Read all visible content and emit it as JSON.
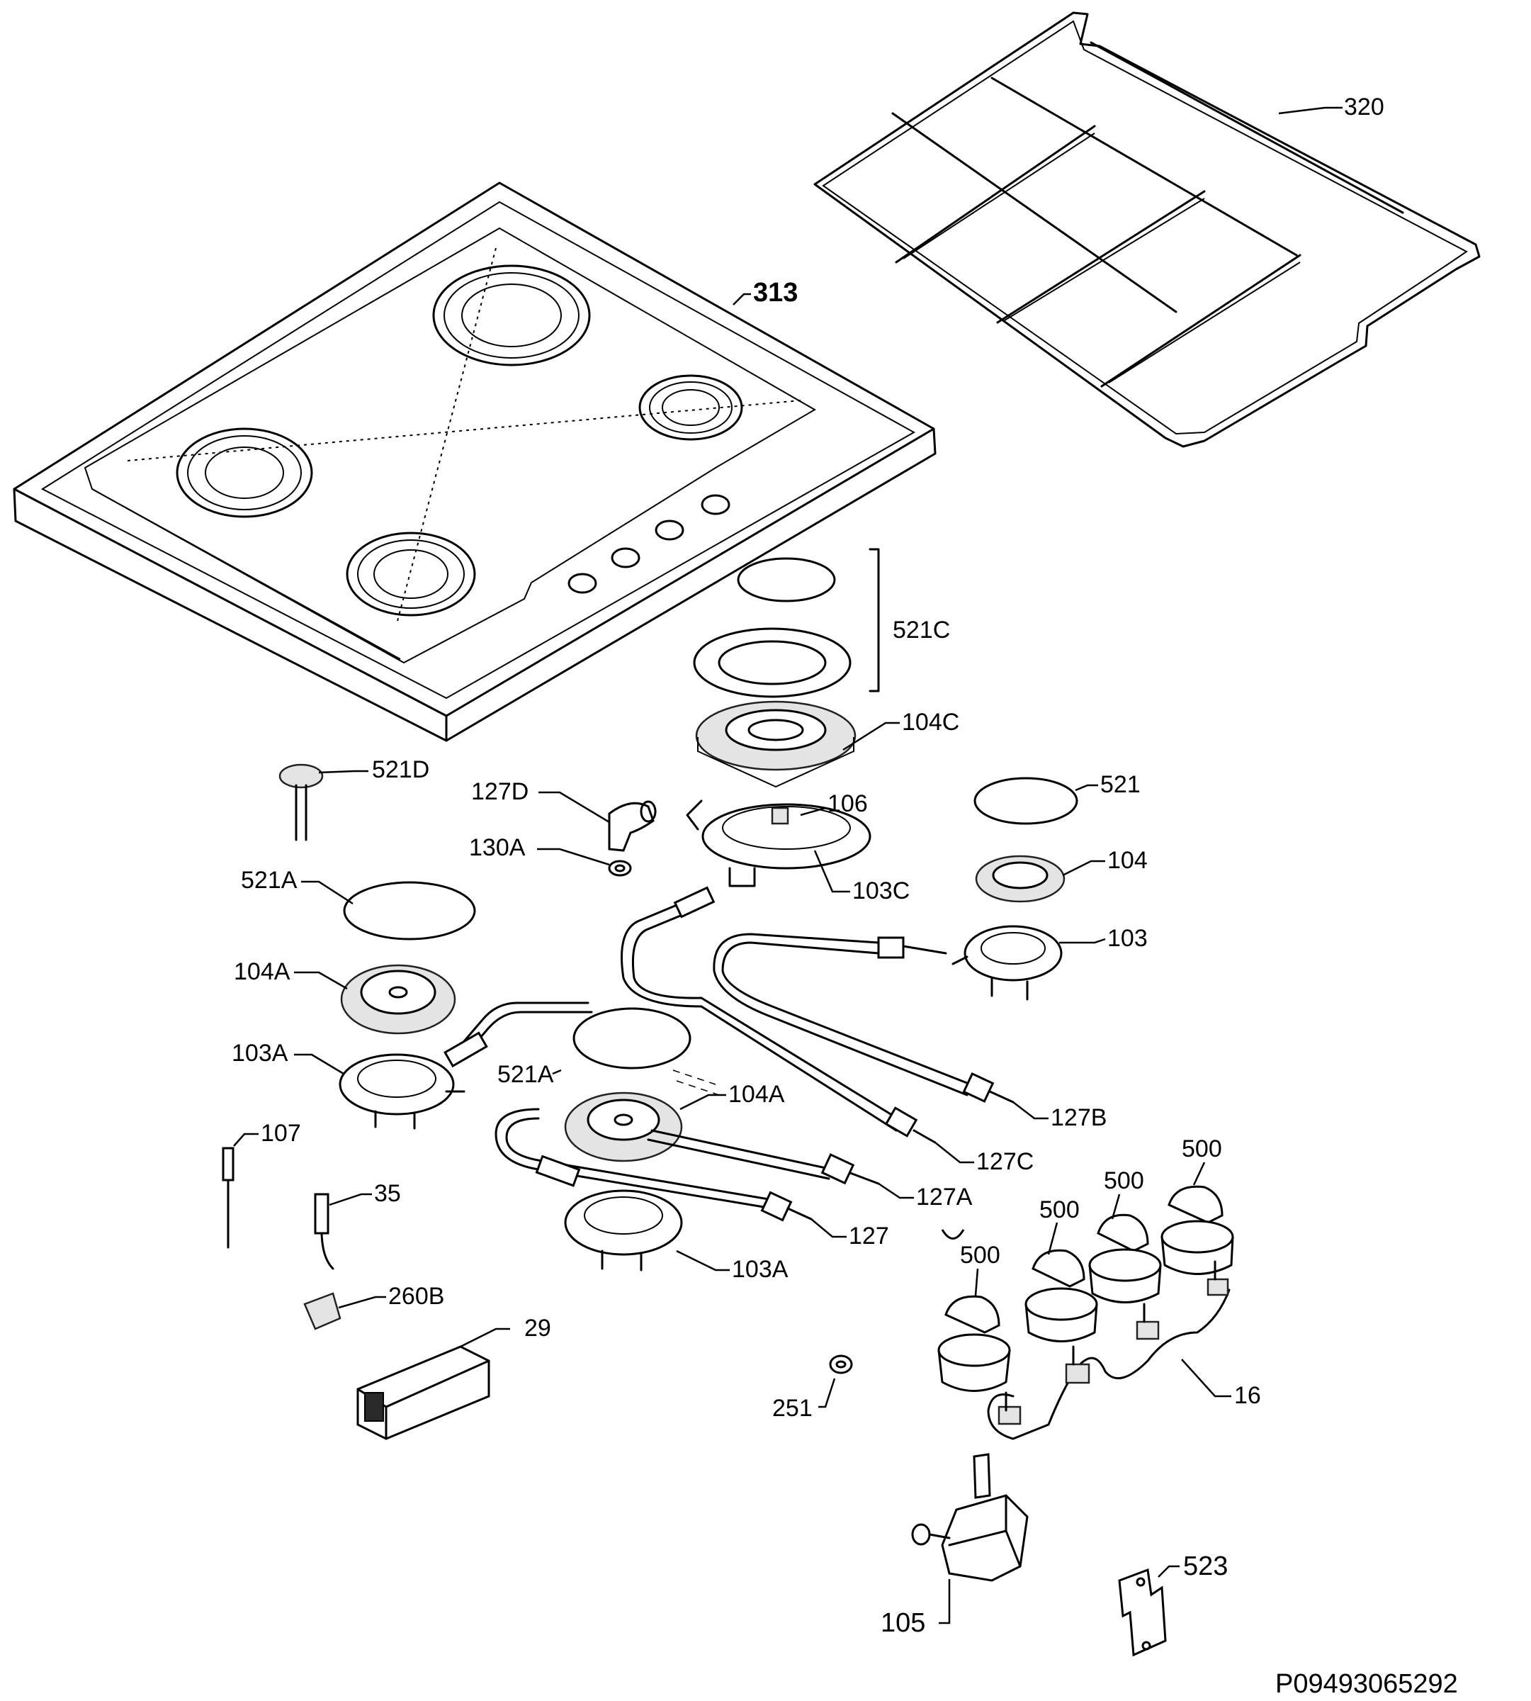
{
  "diagram_code": "P09493065292",
  "labels": {
    "l313": "313",
    "l320": "320",
    "l521c": "521C",
    "l104c": "104C",
    "l521d": "521D",
    "l127d": "127D",
    "l106": "106",
    "l130a": "130A",
    "l103c": "103C",
    "l521": "521",
    "l104": "104",
    "l103": "103",
    "l521a_1": "521A",
    "l104a_1": "104A",
    "l103a_1": "103A",
    "l521a_2": "521A",
    "l104a_2": "104A",
    "l127b": "127B",
    "l127c": "127C",
    "l127a": "127A",
    "l127": "127",
    "l103a_2": "103A",
    "l107": "107",
    "l35": "35",
    "l260b": "260B",
    "l29": "29",
    "l500_1": "500",
    "l500_2": "500",
    "l500_3": "500",
    "l500_4": "500",
    "l500_5": "500",
    "l16": "16",
    "l251": "251",
    "l105": "105",
    "l523": "523"
  }
}
